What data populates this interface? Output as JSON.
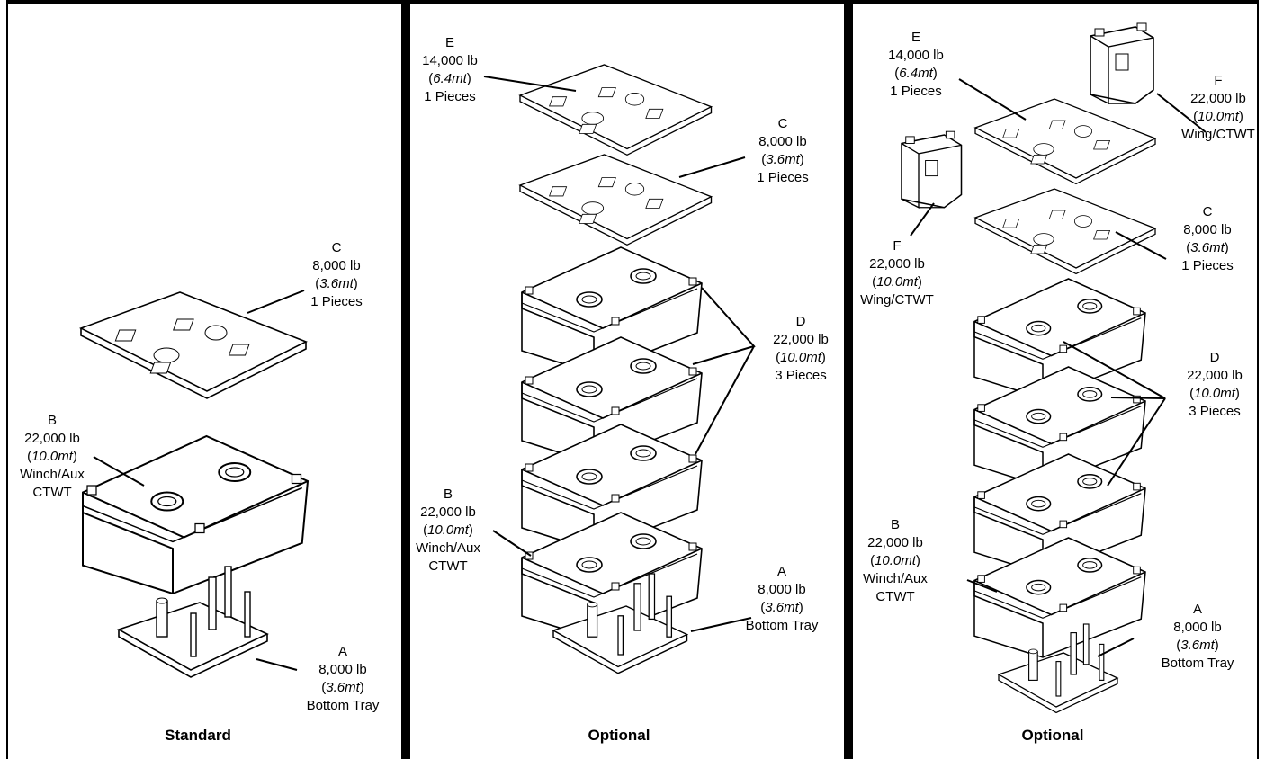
{
  "panels": [
    {
      "title": "Standard",
      "labels": {
        "C": {
          "letter": "C",
          "weight": "8,000 lb",
          "metric": "3.6mt",
          "qty": "1 Pieces"
        },
        "B": {
          "letter": "B",
          "weight": "22,000 lb",
          "metric": "10.0mt",
          "qty": "Winch/Aux",
          "qty2": "CTWT"
        },
        "A": {
          "letter": "A",
          "weight": "8,000 lb",
          "metric": "3.6mt",
          "qty": "Bottom Tray"
        }
      }
    },
    {
      "title": "Optional",
      "labels": {
        "E": {
          "letter": "E",
          "weight": "14,000 lb",
          "metric": "6.4mt",
          "qty": "1 Pieces"
        },
        "C": {
          "letter": "C",
          "weight": "8,000 lb",
          "metric": "3.6mt",
          "qty": "1 Pieces"
        },
        "D": {
          "letter": "D",
          "weight": "22,000 lb",
          "metric": "10.0mt",
          "qty": "3 Pieces"
        },
        "B": {
          "letter": "B",
          "weight": "22,000 lb",
          "metric": "10.0mt",
          "qty": "Winch/Aux",
          "qty2": "CTWT"
        },
        "A": {
          "letter": "A",
          "weight": "8,000 lb",
          "metric": "3.6mt",
          "qty": "Bottom Tray"
        }
      }
    },
    {
      "title": "Optional",
      "labels": {
        "E": {
          "letter": "E",
          "weight": "14,000 lb",
          "metric": "6.4mt",
          "qty": "1 Pieces"
        },
        "F1": {
          "letter": "F",
          "weight": "22,000 lb",
          "metric": "10.0mt",
          "qty": "Wing/CTWT"
        },
        "F2": {
          "letter": "F",
          "weight": "22,000 lb",
          "metric": "10.0mt",
          "qty": "Wing/CTWT"
        },
        "C": {
          "letter": "C",
          "weight": "8,000 lb",
          "metric": "3.6mt",
          "qty": "1 Pieces"
        },
        "D": {
          "letter": "D",
          "weight": "22,000 lb",
          "metric": "10.0mt",
          "qty": "3 Pieces"
        },
        "B": {
          "letter": "B",
          "weight": "22,000 lb",
          "metric": "10.0mt",
          "qty": "Winch/Aux",
          "qty2": "CTWT"
        },
        "A": {
          "letter": "A",
          "weight": "8,000 lb",
          "metric": "3.6mt",
          "qty": "Bottom Tray"
        }
      }
    }
  ]
}
